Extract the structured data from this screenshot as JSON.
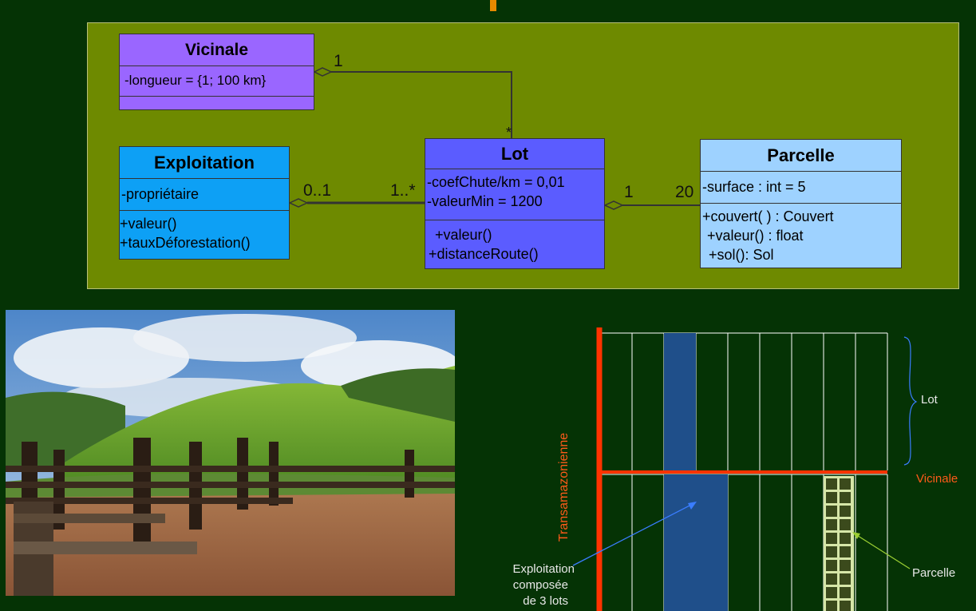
{
  "colors": {
    "background": "#053305",
    "panel": "#6e8a00",
    "vicinale": "#9a66ff",
    "exploitation": "#0da0f5",
    "lot": "#5b5cff",
    "parcelle": "#9ed2ff",
    "road": "#ff3300",
    "lot_stripe": "#1f4f8a",
    "parcel_grid": "#d6e6a8"
  },
  "uml": {
    "vicinale": {
      "name": "Vicinale",
      "attributes": [
        "-longueur = {1; 100 km}"
      ],
      "operations": []
    },
    "exploitation": {
      "name": "Exploitation",
      "attributes": [
        "-propriétaire"
      ],
      "operations": [
        "+valeur()",
        "+tauxDéforestation()"
      ]
    },
    "lot": {
      "name": "Lot",
      "attributes": [
        "-coefChute/km = 0,01",
        "-valeurMin = 1200"
      ],
      "operations": [
        "+valeur()",
        "+distanceRoute()"
      ]
    },
    "parcelle": {
      "name": "Parcelle",
      "attributes": [
        "-surface : int = 5"
      ],
      "operations": [
        "+couvert( ) : Couvert",
        "+valeur() : float",
        "+sol(): Sol"
      ]
    },
    "multiplicities": {
      "vicinale_lot_vicinale": "1",
      "vicinale_lot_lot": "*",
      "exploitation_lot_exploitation": "0..1",
      "exploitation_lot_lot": "1..*",
      "lot_parcelle_lot": "1",
      "lot_parcelle_parcelle": "20"
    }
  },
  "map": {
    "road_main": "Transamazonienne",
    "lot_label": "Lot",
    "vicinale_label": "Vicinale",
    "exploitation_label": [
      "Exploitation",
      "composée",
      "de 3 lots"
    ],
    "parcelle_label": "Parcelle"
  }
}
